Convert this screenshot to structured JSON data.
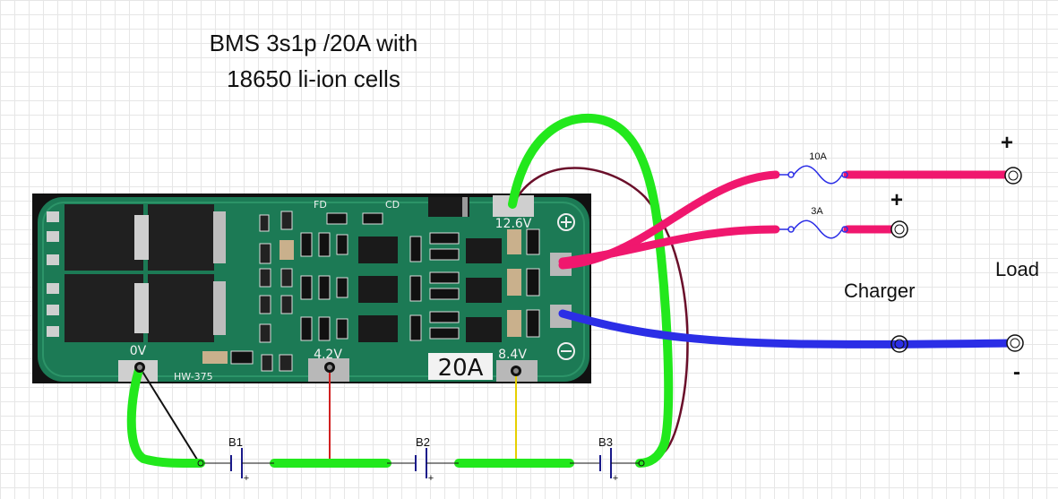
{
  "title": {
    "line1": "BMS 3s1p /20A with",
    "line2": "18650 li-ion cells"
  },
  "labels": {
    "charger": "Charger",
    "load": "Load",
    "load_plus": "+",
    "charger_plus": "+",
    "minus": "-"
  },
  "fuses": {
    "load_fuse": "10A",
    "charger_fuse": "3A"
  },
  "batteries": [
    "B1",
    "B2",
    "B3"
  ],
  "battery_plus": "+",
  "board": {
    "model": "HW-375",
    "rating": "20A",
    "pad_0v": "0V",
    "pad_4v2": "4.2V",
    "pad_8v4": "8.4V",
    "pad_12v6": "12.6V",
    "fd": "FD",
    "cd": "CD"
  },
  "colors": {
    "balance_wire": "#22e81c",
    "positive_wire": "#f0176e",
    "negative_wire": "#2b2ee6",
    "board_green": "#1c7a55",
    "sense_4v2": "#d02020",
    "sense_8v4": "#e6d000",
    "sense_12v6": "#6a0f2a"
  }
}
